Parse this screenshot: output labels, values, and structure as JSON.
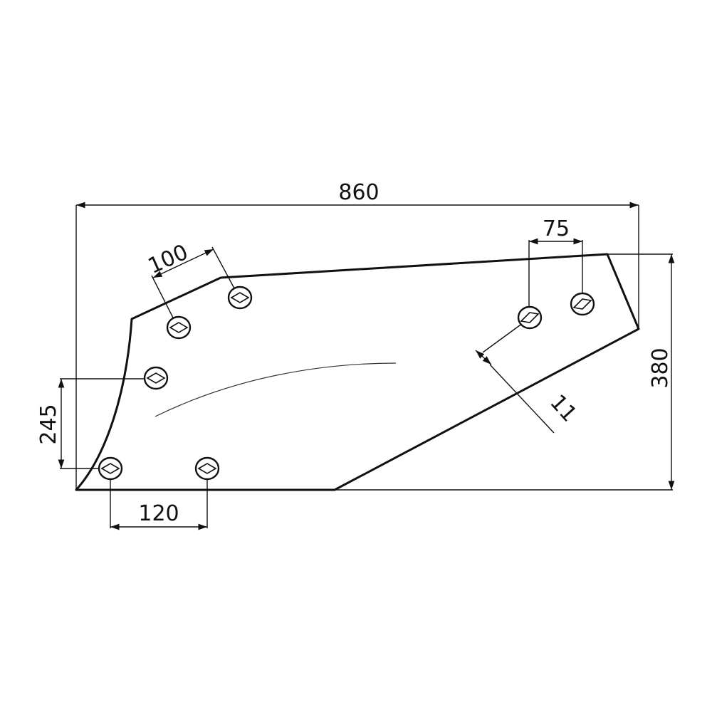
{
  "dimensions": {
    "overall_width": "860",
    "overall_height": "380",
    "left_hole_spacing_vertical": "245",
    "bottom_hole_spacing": "120",
    "top_hole_spacing": "100",
    "right_hole_spacing": "75",
    "hole_size": "11"
  },
  "colors": {
    "line": "#111111",
    "background": "#ffffff"
  }
}
